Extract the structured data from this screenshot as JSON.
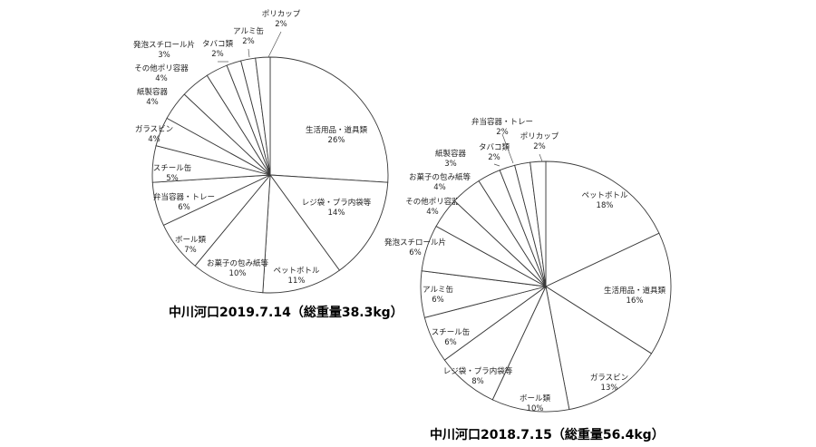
{
  "chart_data": [
    {
      "type": "pie",
      "title": "中川河口2019.7.14（総重量38.3kg）",
      "slices": [
        {
          "label": "生活用品・道具類",
          "pct": "26%",
          "value": 26
        },
        {
          "label": "レジ袋・プラ内袋等",
          "pct": "14%",
          "value": 14
        },
        {
          "label": "ペットボトル",
          "pct": "11%",
          "value": 11
        },
        {
          "label": "お菓子の包み紙等",
          "pct": "10%",
          "value": 10
        },
        {
          "label": "ボール類",
          "pct": "7%",
          "value": 7
        },
        {
          "label": "弁当容器・トレー",
          "pct": "6%",
          "value": 6
        },
        {
          "label": "スチール缶",
          "pct": "5%",
          "value": 5
        },
        {
          "label": "ガラスビン",
          "pct": "4%",
          "value": 4
        },
        {
          "label": "紙製容器",
          "pct": "4%",
          "value": 4
        },
        {
          "label": "その他ポリ容器",
          "pct": "4%",
          "value": 4
        },
        {
          "label": "発泡スチロール片",
          "pct": "3%",
          "value": 3
        },
        {
          "label": "タバコ類",
          "pct": "2%",
          "value": 2
        },
        {
          "label": "アルミ缶",
          "pct": "2%",
          "value": 2
        },
        {
          "label": "ポリカップ",
          "pct": "2%",
          "value": 2
        }
      ]
    },
    {
      "type": "pie",
      "title": "中川河口2018.7.15（総重量56.4kg）",
      "slices": [
        {
          "label": "ペットボトル",
          "pct": "18%",
          "value": 18
        },
        {
          "label": "生活用品・道具類",
          "pct": "16%",
          "value": 16
        },
        {
          "label": "ガラスビン",
          "pct": "13%",
          "value": 13
        },
        {
          "label": "ボール類",
          "pct": "10%",
          "value": 10
        },
        {
          "label": "レジ袋・プラ内袋等",
          "pct": "8%",
          "value": 8
        },
        {
          "label": "スチール缶",
          "pct": "6%",
          "value": 6
        },
        {
          "label": "アルミ缶",
          "pct": "6%",
          "value": 6
        },
        {
          "label": "発泡スチロール片",
          "pct": "6%",
          "value": 6
        },
        {
          "label": "その他ポリ容器",
          "pct": "4%",
          "value": 4
        },
        {
          "label": "お菓子の包み紙等",
          "pct": "4%",
          "value": 4
        },
        {
          "label": "紙製容器",
          "pct": "3%",
          "value": 3
        },
        {
          "label": "タバコ類",
          "pct": "2%",
          "value": 2
        },
        {
          "label": "弁当容器・トレー",
          "pct": "2%",
          "value": 2
        },
        {
          "label": "ポリカップ",
          "pct": "2%",
          "value": 2
        }
      ]
    }
  ]
}
